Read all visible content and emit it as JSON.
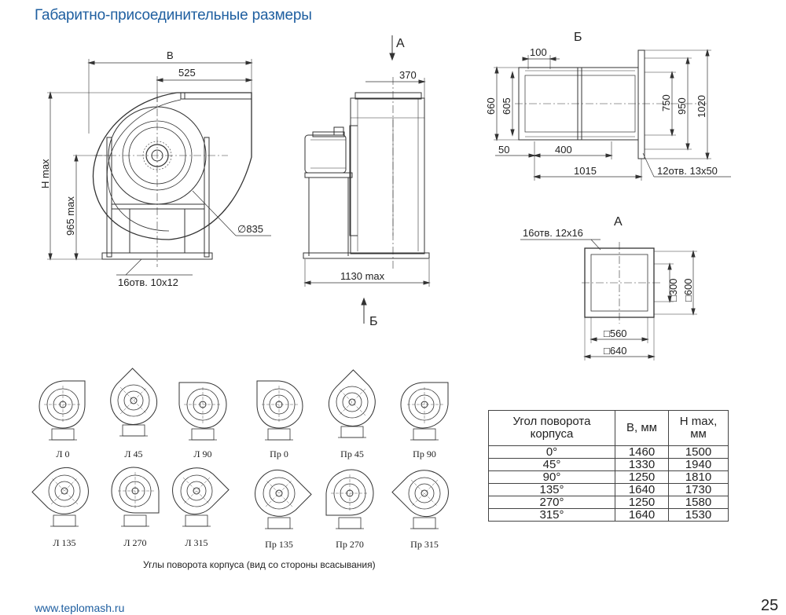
{
  "page": {
    "title": "Габаритно-присоединительные размеры",
    "footer_url": "www.teplomash.ru",
    "page_number": "25",
    "caption": "Углы поворота корпуса (вид со стороны всасывания)"
  },
  "colors": {
    "title": "#1f5fa0",
    "line": "#333333"
  },
  "front_view": {
    "dim_b": "B",
    "dim_525": "525",
    "dim_h_max": "H max",
    "dim_965": "965 max",
    "dim_diameter": "∅835",
    "holes": "16отв. 10х12"
  },
  "side_view": {
    "arrow_a": "A",
    "arrow_b": "Б",
    "dim_370": "370",
    "dim_1130": "1130 max"
  },
  "view_b": {
    "label": "Б",
    "dim_100": "100",
    "dim_660": "660",
    "dim_605": "605",
    "dim_50": "50",
    "dim_400": "400",
    "dim_1015": "1015",
    "dim_750": "750",
    "dim_950": "950",
    "dim_1020": "1020",
    "holes": "12отв. 13х50"
  },
  "view_a": {
    "label": "A",
    "holes": "16отв. 12х16",
    "dim_300": "□300",
    "dim_600": "□600",
    "dim_560": "□560",
    "dim_640": "□640"
  },
  "rotations": [
    {
      "label": "Л 0"
    },
    {
      "label": "Л 45"
    },
    {
      "label": "Л 90"
    },
    {
      "label": "Пр 0"
    },
    {
      "label": "Пр 45"
    },
    {
      "label": "Пр 90"
    },
    {
      "label": "Л 135"
    },
    {
      "label": "Л 270"
    },
    {
      "label": "Л 315"
    },
    {
      "label": "Пр 135"
    },
    {
      "label": "Пр 270"
    },
    {
      "label": "Пр 315"
    }
  ],
  "table": {
    "headers": [
      "Угол поворота корпуса",
      "B, мм",
      "H max, мм"
    ],
    "rows": [
      [
        "0°",
        "1460",
        "1500"
      ],
      [
        "45°",
        "1330",
        "1940"
      ],
      [
        "90°",
        "1250",
        "1810"
      ],
      [
        "135°",
        "1640",
        "1730"
      ],
      [
        "270°",
        "1250",
        "1580"
      ],
      [
        "315°",
        "1640",
        "1530"
      ]
    ]
  }
}
